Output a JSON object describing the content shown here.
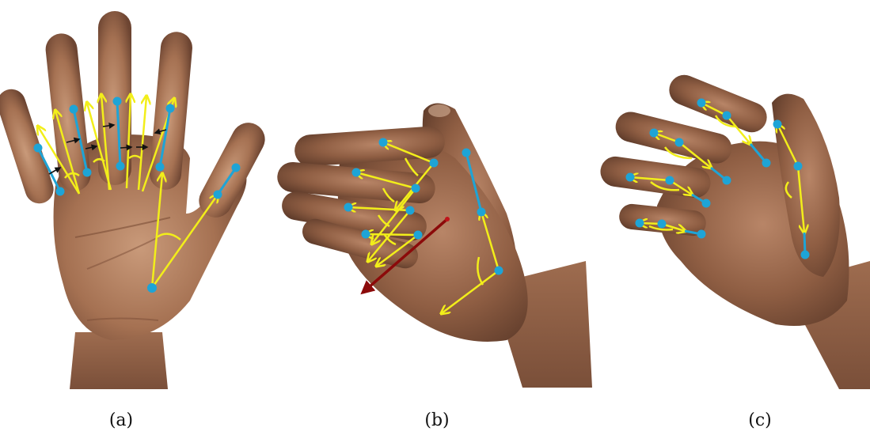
{
  "figure": {
    "colors": {
      "background": "#ffffff",
      "skin_light": "#c99a7a",
      "skin_mid": "#a06c4e",
      "skin_dark": "#6a4330",
      "yellow_vector": "#f2ee1a",
      "blue_bone": "#1ea4d6",
      "black_arrow": "#111111",
      "normal_arrow": "#8b0a0a"
    },
    "panels": [
      {
        "id": "a",
        "caption": "(a)",
        "description_icon": "hand-palm-front"
      },
      {
        "id": "b",
        "caption": "(b)",
        "description_icon": "hand-side-curled"
      },
      {
        "id": "c",
        "caption": "(c)",
        "description_icon": "hand-fingers-curled"
      }
    ]
  }
}
